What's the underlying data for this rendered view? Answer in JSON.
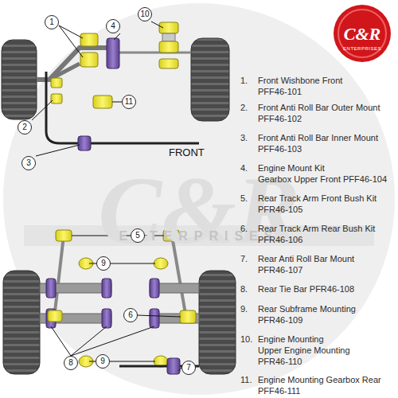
{
  "diagram": {
    "nodes": [
      {
        "text": [
          "10"
        ]
      },
      {
        "text": [
          "1"
        ]
      },
      {
        "text": [
          "4"
        ]
      },
      {
        "text": [
          "11"
        ]
      },
      {
        "text": [
          "2"
        ]
      },
      {
        "text": [
          "3"
        ]
      },
      {
        "text": [
          "5"
        ]
      },
      {
        "text": [
          "9"
        ]
      },
      {
        "text": [
          "6"
        ]
      },
      {
        "text": [
          "8"
        ]
      },
      {
        "text": [
          "7"
        ]
      },
      {
        "text": [
          "9"
        ]
      }
    ],
    "labels": [
      "1.",
      "Front Wishbone Front",
      "PFF46-101",
      "2.",
      "Front Anti Roll Bar Outer Mount",
      "PFF46-102",
      "3.",
      "Front Anti Roll Bar Inner Mount",
      "PFF46-103",
      "4.",
      "Engine Mount Kit",
      "Gearbox Upper Front PFF46-104",
      "5.",
      "Rear Track Arm Front Bush Kit",
      "PFR46-105",
      "6.",
      "Rear Track Arm Rear Bush Kit",
      "PFR46-106",
      "7.",
      "Rear Anti Roll Bar Mount",
      "PFR46-107",
      "8.",
      "Rear Tie Bar PFR46-108",
      "9.",
      "Rear Subframe Mounting",
      "PFR46-109",
      "10.",
      "Engine Mounting",
      "Upper Engine Mounting",
      "PFR46-110",
      "11.",
      "Engine Mounting Gearbox Rear",
      "PFF46-111",
      "FRONT",
      "C&R",
      "ENTERPRISES",
      "C&R",
      "ENTERPRISES"
    ]
  }
}
